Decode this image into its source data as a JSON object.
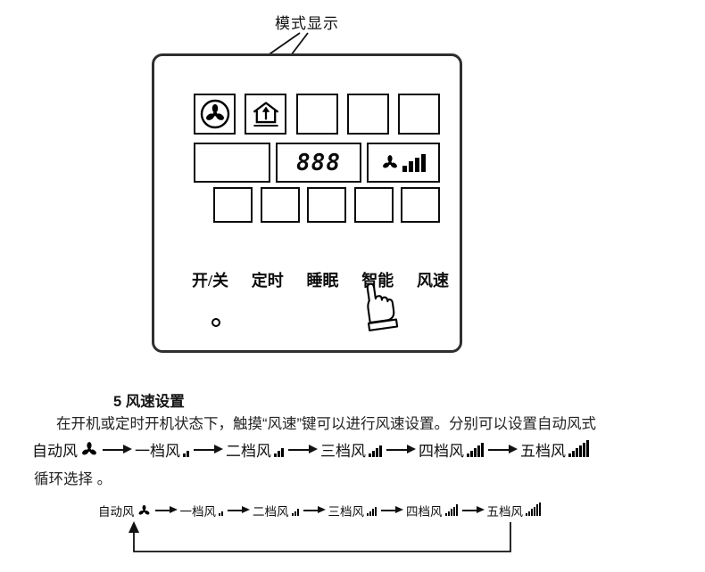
{
  "annotation": {
    "label": "模式显示"
  },
  "panel": {
    "display_value": "888",
    "buttons": [
      "开/关",
      "定时",
      "睡眠",
      "智能",
      "风速"
    ]
  },
  "section": {
    "heading": "5 风速设置",
    "body": "在开机或定时开机状态下，触摸“风速”键可以进行风速设置。分别可以设置自动风式",
    "tail": "循环选择 。"
  },
  "flow": {
    "auto_label": "自动风",
    "steps": [
      {
        "label": "一档风"
      },
      {
        "label": "二档风"
      },
      {
        "label": "三档风"
      },
      {
        "label": "四档风"
      },
      {
        "label": "五档风"
      }
    ]
  },
  "colors": {
    "ink": "#111111",
    "background": "#ffffff"
  }
}
